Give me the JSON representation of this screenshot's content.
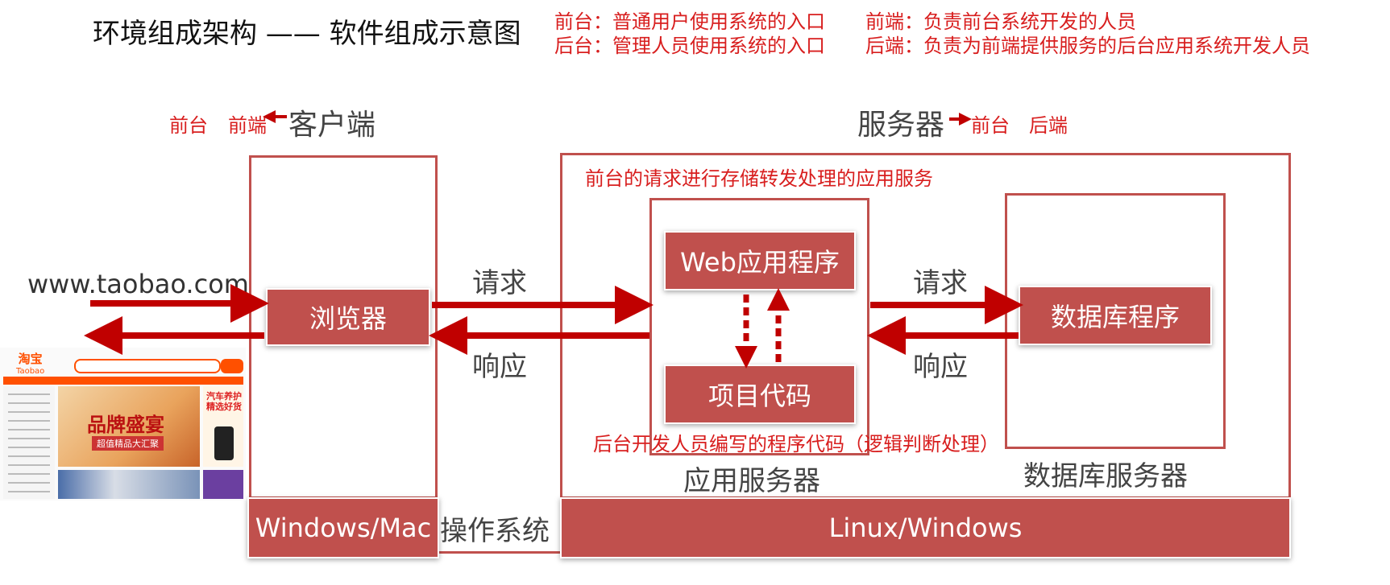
{
  "title": "环境组成架构  ——  软件组成示意图",
  "definitions": {
    "frontstage": "前台：普通用户使用系统的入口",
    "backstage": "后台：管理人员使用系统的入口",
    "frontend": "前端：负责前台系统开发的人员",
    "backend": "后端：负责为前端提供服务的后台应用系统开发人员"
  },
  "client": {
    "heading": "客户端",
    "tag_frontstage": "前台",
    "tag_frontend": "前端",
    "url": "www.taobao.com",
    "browser": "浏览器",
    "os": "Windows/Mac"
  },
  "server": {
    "heading": "服务器",
    "tag_frontstage": "前台",
    "tag_backend": "后端",
    "description": "前台的请求进行存储转发处理的应用服务",
    "web_app": "Web应用程序",
    "project_code": "项目代码",
    "code_note": "后台开发人员编写的程序代码（逻辑判断处理）",
    "app_server": "应用服务器",
    "db_program": "数据库程序",
    "db_server": "数据库服务器",
    "os": "Linux/Windows"
  },
  "flows": {
    "request_1": "请求",
    "response_1": "响应",
    "request_2": "请求",
    "response_2": "响应"
  },
  "os_label": "操作系统",
  "thumbnail": {
    "logo": "淘宝",
    "logo_sub": "Taobao",
    "banner_text": "品牌盛宴",
    "banner_sub": "超值精品大汇聚",
    "ad_text": "汽车养护精选好货"
  },
  "colors": {
    "accent_red": "#c0504d",
    "text_red": "#d81e1e",
    "arrow_red": "#c00000"
  }
}
